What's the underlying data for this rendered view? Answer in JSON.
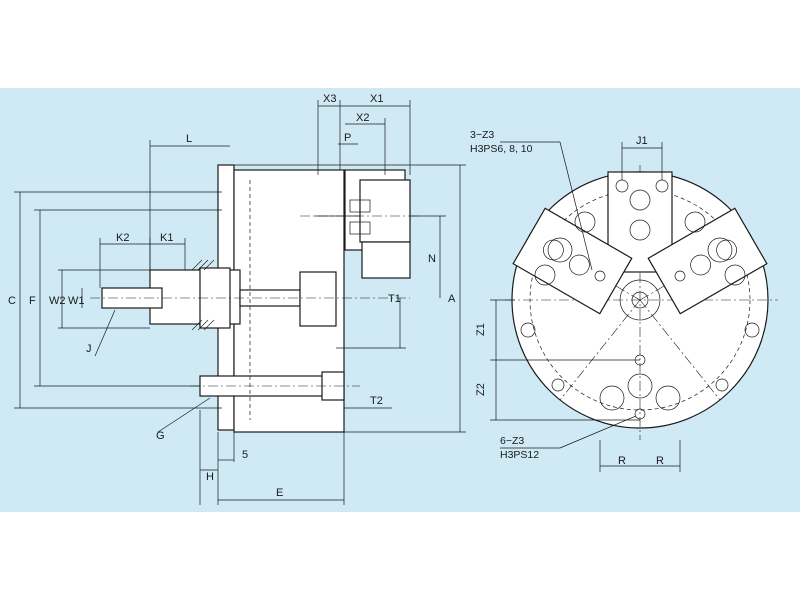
{
  "side_view_labels": {
    "X3": "X3",
    "X1": "X1",
    "X2": "X2",
    "P": "P",
    "L": "L",
    "K2": "K2",
    "K1": "K1",
    "C": "C",
    "F": "F",
    "W2": "W2",
    "W1": "W1",
    "J": "J",
    "N": "N",
    "T1": "T1",
    "A": "A",
    "T2": "T2",
    "G": "G",
    "H": "H",
    "five": "5",
    "E": "E"
  },
  "front_view_labels": {
    "J1": "J1",
    "Z1": "Z1",
    "Z2": "Z2",
    "R_left": "R",
    "R_right": "R",
    "callout_top_line1": "3−Z3",
    "callout_top_line2": "H3PS6, 8, 10",
    "callout_bottom_line1": "6−Z3",
    "callout_bottom_line2": "H3PS12"
  },
  "colors": {
    "background": "#cfe9f5",
    "line": "#1a1a1a",
    "part_fill": "#ffffff"
  }
}
